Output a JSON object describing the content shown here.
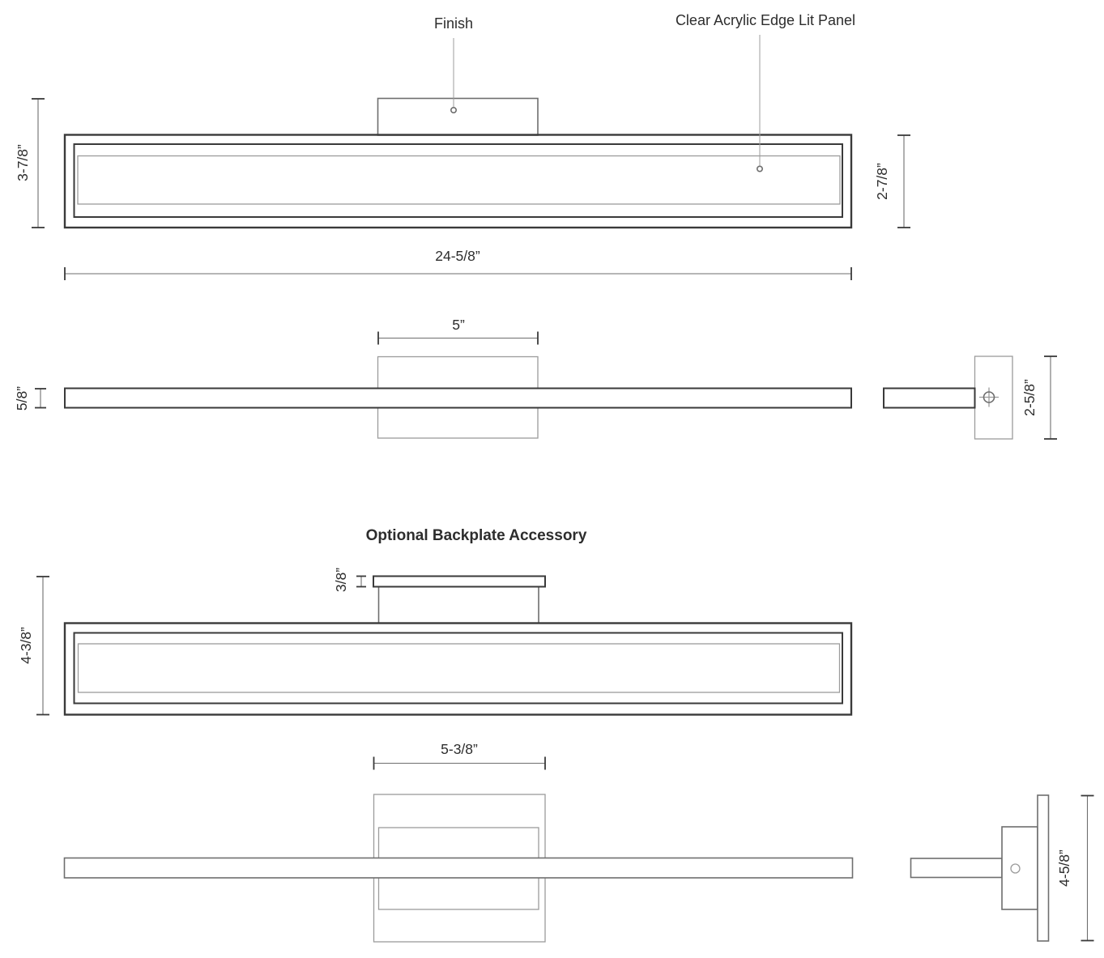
{
  "drawing": {
    "callouts": {
      "finish": "Finish",
      "panel": "Clear Acrylic Edge Lit Panel"
    },
    "section_title": "Optional Backplate Accessory",
    "dims": {
      "front_total_height": "3-7/8”",
      "front_panel_height": "2-7/8”",
      "front_width": "24-5/8”",
      "canopy_width": "5”",
      "bar_depth": "5/8”",
      "side_canopy_height": "2-5/8”",
      "backplate_thickness": "3/8”",
      "backplate_front_height": "4-3/8”",
      "backplate_width": "5-3/8”",
      "backplate_side_height": "4-5/8”"
    },
    "colors": {
      "dark": "#3a3a3a",
      "medium": "#6e6e6e",
      "light": "#9c9c9c",
      "text": "#2d2d2d"
    }
  }
}
